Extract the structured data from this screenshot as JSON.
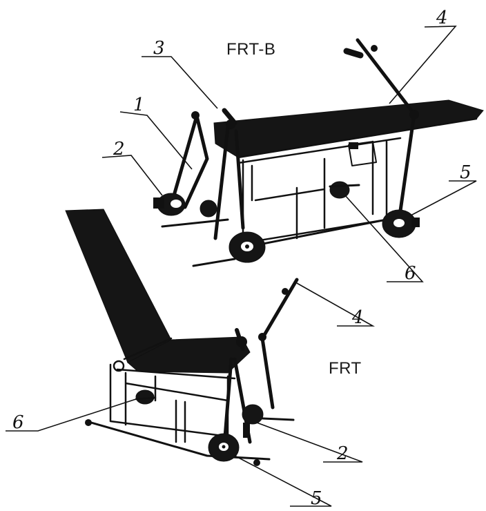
{
  "models": {
    "top": "FRT-B",
    "bottom": "FRT"
  },
  "callouts": {
    "top": {
      "c1": "1",
      "c2": "2",
      "c3": "3",
      "c4": "4",
      "c5": "5",
      "c6": "6"
    },
    "bottom": {
      "c2": "2",
      "c4": "4",
      "c5": "5",
      "c6": "6"
    }
  },
  "colors": {
    "ink": "#111111",
    "paper": "#ffffff",
    "upholstery": "#151515"
  }
}
